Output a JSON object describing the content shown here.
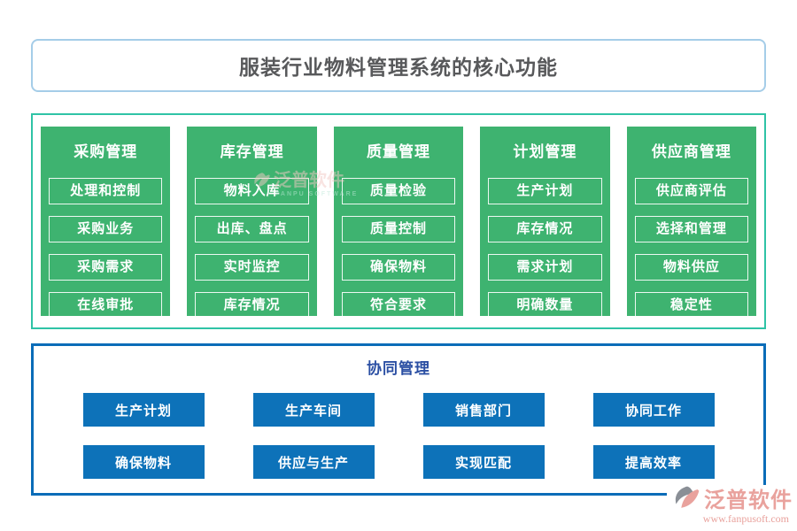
{
  "title": "服装行业物料管理系统的核心功能",
  "columns": [
    {
      "header": "采购管理",
      "items": [
        "处理和控制",
        "采购业务",
        "采购需求",
        "在线审批"
      ]
    },
    {
      "header": "库存管理",
      "items": [
        "物料入库",
        "出库、盘点",
        "实时监控",
        "库存情况"
      ]
    },
    {
      "header": "质量管理",
      "items": [
        "质量检验",
        "质量控制",
        "确保物料",
        "符合要求"
      ]
    },
    {
      "header": "计划管理",
      "items": [
        "生产计划",
        "库存情况",
        "需求计划",
        "明确数量"
      ]
    },
    {
      "header": "供应商管理",
      "items": [
        "供应商评估",
        "选择和管理",
        "物料供应",
        "稳定性"
      ]
    }
  ],
  "collaboration": {
    "header": "协同管理",
    "buttons": [
      "生产计划",
      "生产车间",
      "销售部门",
      "协同工作",
      "确保物料",
      "供应与生产",
      "实现匹配",
      "提高效率"
    ]
  },
  "watermark": {
    "name": "泛普软件",
    "sub": "FANPU SOFTWARE"
  },
  "logo": {
    "name": "泛普软件",
    "url": "www.fanpusoft.com"
  },
  "colors": {
    "column_green": "#3eb370",
    "button_blue": "#0d72b9",
    "panel_border_teal": "#2fc3a6",
    "panel_border_blue": "#0a6cb8",
    "title_border_blue": "#a5cde8",
    "collab_header_blue": "#2b4fa3",
    "logo_pink": "#e9a29d",
    "title_text": "#58595b"
  }
}
